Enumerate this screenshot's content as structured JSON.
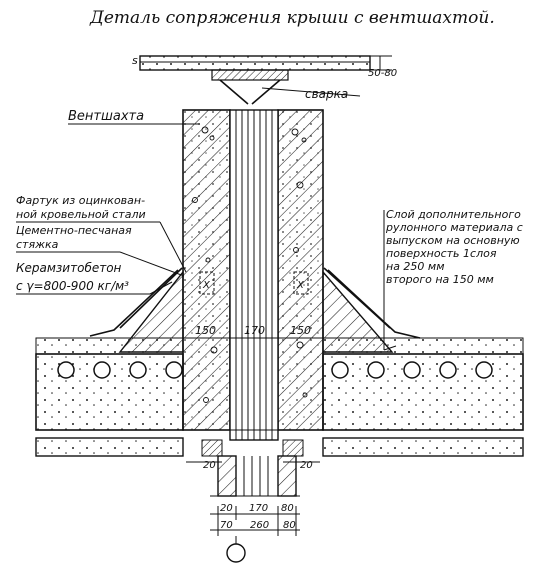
{
  "title": "Деталь сопряжения крыши с вентшахтой.",
  "labels": {
    "s_mark": "s",
    "gap": "50-80",
    "weld": "сварка",
    "shaft": "Вентшахта",
    "apron_1": "Фартук из оцинкован-",
    "apron_2": "ной кровельной стали",
    "screed_1": "Цементно-песчаная",
    "screed_2": "стяжка",
    "keramzit_1": "Керамзитобетон",
    "keramzit_2": "с γ=800-900 кг/м³",
    "layer_1": "Слой дополнительного",
    "layer_2": "рулонного материала с",
    "layer_3": "выпуском на основную",
    "layer_4": "поверхность 1слоя",
    "layer_5": "на 250 мм",
    "layer_6": "второго на 150 мм"
  },
  "dims": {
    "left_wall": "150",
    "center": "170",
    "right_wall": "150",
    "bottom_20_left": "20",
    "bottom_20_right": "20",
    "d20a": "20",
    "d170": "170",
    "d80a": "80",
    "d70": "70",
    "d260": "260",
    "d80b": "80",
    "axis_mark": "",
    "x_left": "X",
    "x_right": "X"
  }
}
